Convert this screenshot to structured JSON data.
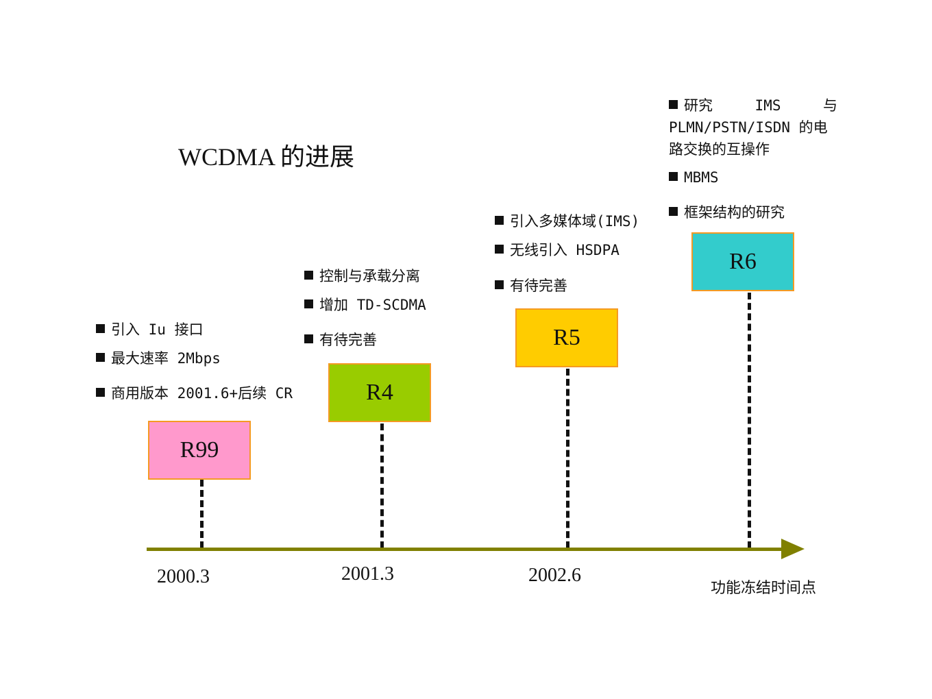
{
  "title": "WCDMA 的进展",
  "axis": {
    "label": "功能冻结时间点",
    "color": "#808000"
  },
  "releases": [
    {
      "name": "R99",
      "date": "2000.3",
      "color": "#FF99CC",
      "bullets": [
        "引入 Iu 接口",
        "最大速率 2Mbps",
        "商用版本 2001.6+后续 CR"
      ]
    },
    {
      "name": "R4",
      "date": "2001.3",
      "color": "#99CC00",
      "bullets": [
        "控制与承载分离",
        "增加 TD-SCDMA",
        "有待完善"
      ]
    },
    {
      "name": "R5",
      "date": "2002.6",
      "color": "#FFCC00",
      "bullets": [
        "引入多媒体域(IMS)",
        "无线引入 HSDPA",
        "有待完善"
      ]
    },
    {
      "name": "R6",
      "date": "",
      "color": "#33CCCC",
      "bullets": [
        "研究 IMS 与 PLMN/PSTN/ISDN 的电路交换的互操作",
        "MBMS",
        "框架结构的研究"
      ],
      "bullet1_parts": [
        "研究",
        "IMS",
        "与",
        "PLMN/PSTN/ISDN 的电",
        "路交换的互操作"
      ]
    }
  ]
}
